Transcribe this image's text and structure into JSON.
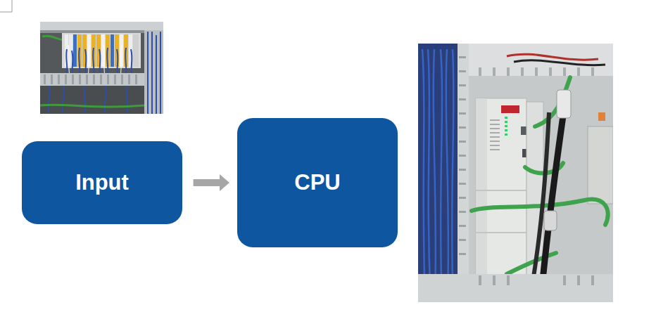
{
  "diagram": {
    "nodes": [
      {
        "text": [
          "Input"
        ]
      },
      {
        "text": [
          "CPU"
        ]
      }
    ],
    "edges": [
      {
        "from": 0,
        "to": 1,
        "arrow": "to"
      }
    ]
  }
}
